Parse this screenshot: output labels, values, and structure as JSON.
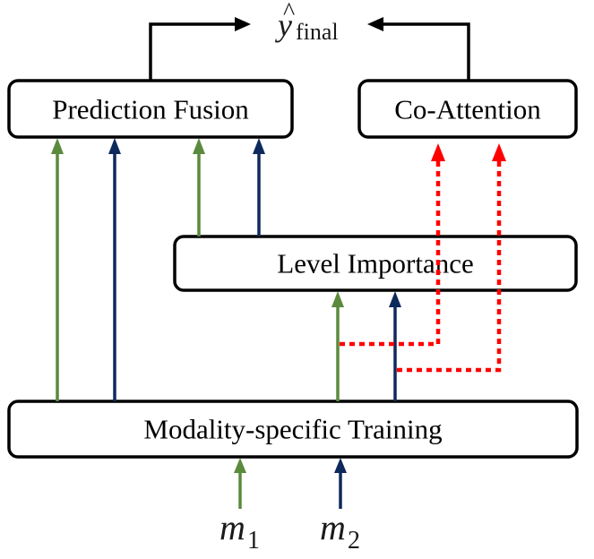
{
  "diagram": {
    "output_label": {
      "base": "y",
      "accent": "^",
      "subscript": "final"
    },
    "boxes": {
      "prediction_fusion": "Prediction Fusion",
      "co_attention": "Co-Attention",
      "level_importance": "Level Importance",
      "modality_training": "Modality-specific Training"
    },
    "inputs": [
      {
        "base": "m",
        "subscript": "1"
      },
      {
        "base": "m",
        "subscript": "2"
      }
    ],
    "colors": {
      "modality_1": "#5b8a3c",
      "modality_2": "#0e2a5c",
      "attention": "#ff0000",
      "output": "#000000"
    }
  }
}
